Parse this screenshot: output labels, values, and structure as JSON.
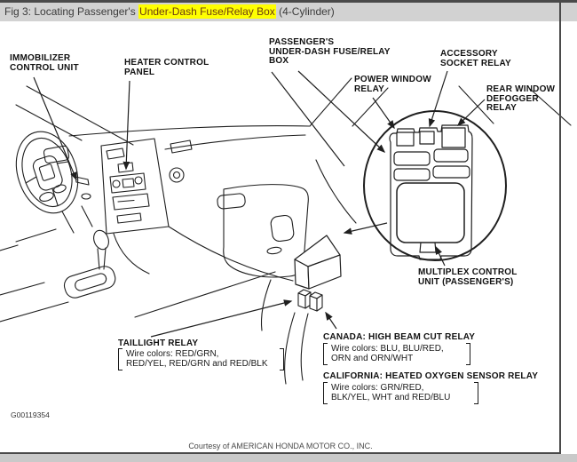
{
  "header": {
    "title_prefix": "Fig 3: Locating Passenger's ",
    "title_highlight": "Under-Dash Fuse/Relay Box",
    "title_suffix": " (4-Cylinder)"
  },
  "colors": {
    "highlight": "#ffff00",
    "title_bar": "#d2d2d2",
    "line_art": "#1f1f1f",
    "page_frame": "#4a4a4a",
    "bottom_strip": "#c9c9c9"
  },
  "diagram": {
    "callouts": {
      "immobilizer": {
        "label": "IMMOBILIZER\nCONTROL UNIT"
      },
      "heater": {
        "label": "HEATER CONTROL\nPANEL"
      },
      "passengers_box": {
        "label": "PASSENGER'S\nUNDER-DASH FUSE/RELAY\nBOX"
      },
      "power_window": {
        "label": "POWER WINDOW\nRELAY"
      },
      "accessory": {
        "label": "ACCESSORY\nSOCKET RELAY"
      },
      "rear_defogger": {
        "label": "REAR WINDOW\nDEFOGGER\nRELAY"
      },
      "multiplex": {
        "label": "MULTIPLEX CONTROL\nUNIT (PASSENGER'S)"
      }
    },
    "notes": {
      "taillight": {
        "title": "TAILLIGHT RELAY",
        "wires": "Wire colors: RED/GRN,\nRED/YEL, RED/GRN and RED/BLK"
      },
      "canada": {
        "title": "CANADA: HIGH BEAM CUT RELAY",
        "wires": "Wire colors: BLU, BLU/RED,\nORN and ORN/WHT"
      },
      "california": {
        "title": "CALIFORNIA: HEATED OXYGEN SENSOR RELAY",
        "wires": "Wire colors: GRN/RED,\nBLK/YEL, WHT and RED/BLU"
      }
    }
  },
  "footer": {
    "figure_id": "G00119354",
    "courtesy": "Courtesy of AMERICAN HONDA MOTOR CO., INC."
  }
}
